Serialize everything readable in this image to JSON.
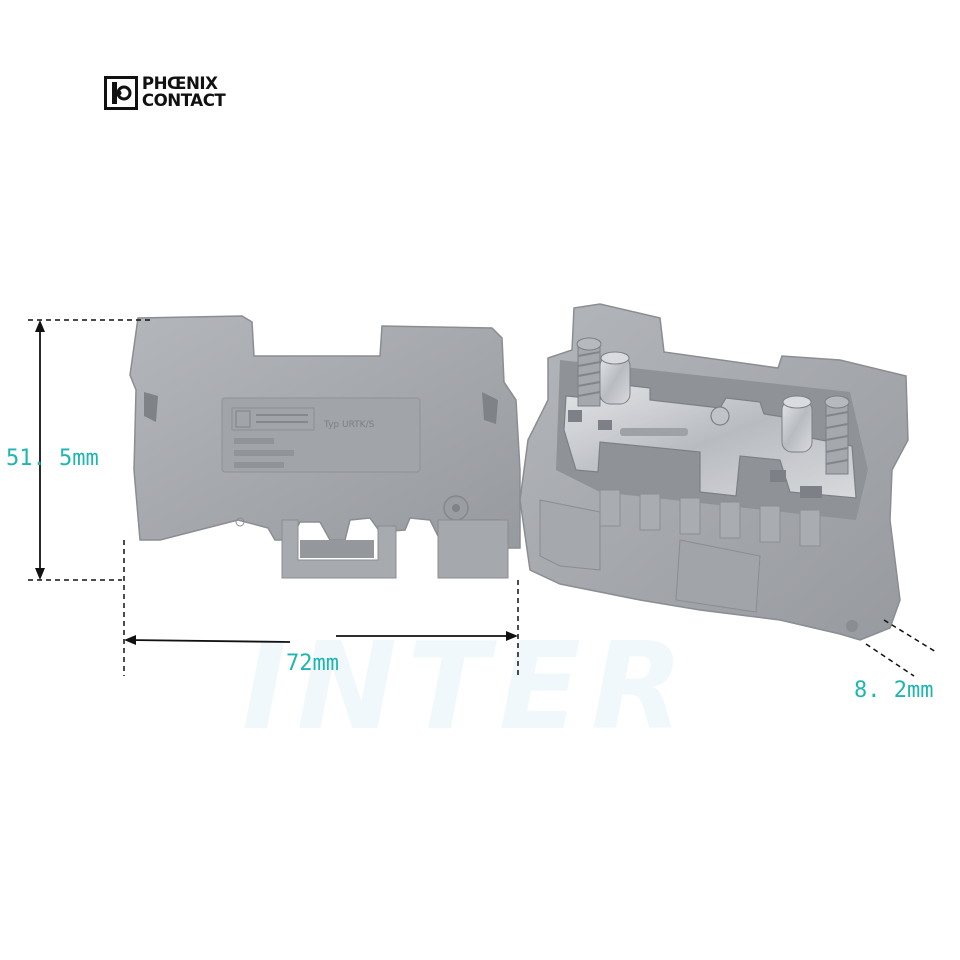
{
  "brand": {
    "line1": "PHŒNIX",
    "line2": "CONTACT",
    "logo_icon": "phoenix-contact-logo-icon"
  },
  "dimensions": {
    "height": "51. 5mm",
    "width": "72mm",
    "depth": "8. 2mm"
  },
  "watermark": "INTER",
  "product_print": {
    "type_label": "Typ URTK/S"
  },
  "colors": {
    "dimension_text": "#1fb5b0",
    "housing_gray": "#a3a6aa",
    "metal": "#c9ccd0"
  }
}
